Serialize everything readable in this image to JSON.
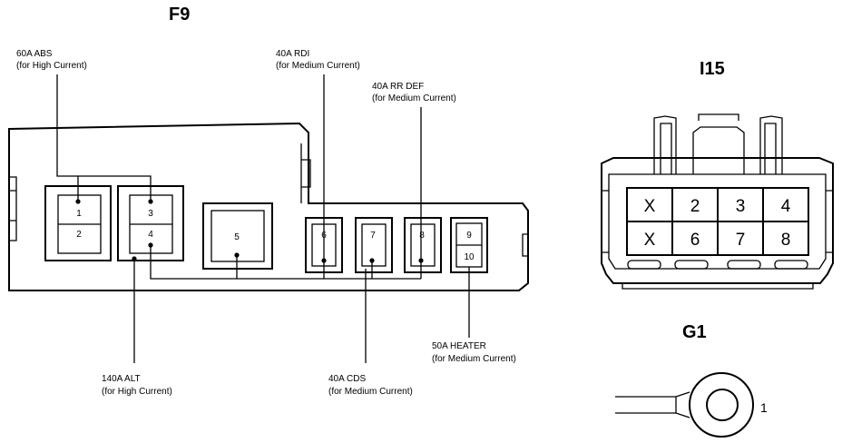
{
  "f9": {
    "title": "F9",
    "pins": [
      "1",
      "2",
      "3",
      "4",
      "5",
      "6",
      "7",
      "8",
      "9",
      "10"
    ],
    "labels": {
      "abs_name": "60A ABS",
      "abs_note": "(for High Current)",
      "rdi_name": "40A RDI",
      "rdi_note": "(for Medium Current)",
      "rrdef_name": "40A RR DEF",
      "rrdef_note": "(for Medium Current)",
      "alt_name": "140A ALT",
      "alt_note": "(for High Current)",
      "cds_name": "40A CDS",
      "cds_note": "(for Medium Current)",
      "heater_name": "50A HEATER",
      "heater_note": "(for Medium Current)"
    }
  },
  "i15": {
    "title": "I15",
    "row1": [
      "X",
      "2",
      "3",
      "4"
    ],
    "row2": [
      "X",
      "6",
      "7",
      "8"
    ]
  },
  "g1": {
    "title": "G1",
    "pin": "1"
  }
}
